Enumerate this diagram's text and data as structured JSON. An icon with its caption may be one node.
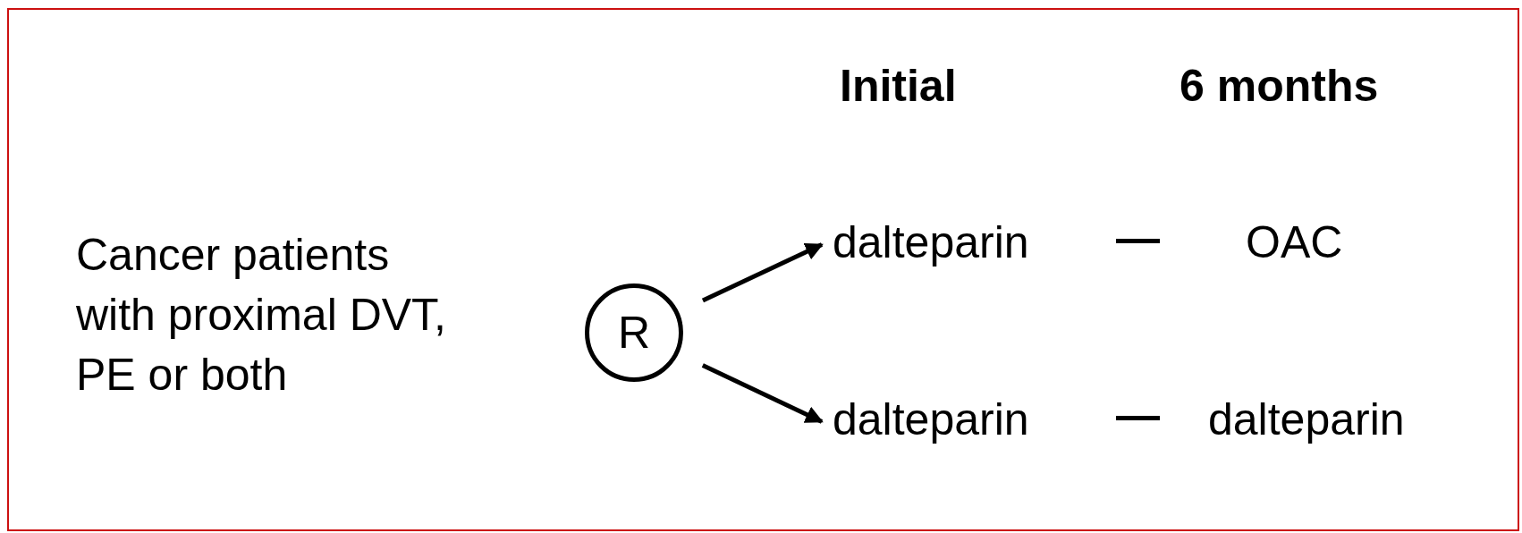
{
  "diagram": {
    "nodes": [
      {
        "text": [
          "Cancer patients with proximal DVT, PE or both"
        ]
      },
      {
        "text": [
          "R"
        ]
      },
      {
        "text": [
          "dalteparin"
        ]
      },
      {
        "text": [
          "OAC"
        ]
      },
      {
        "text": [
          "dalteparin"
        ]
      },
      {
        "text": [
          "dalteparin"
        ]
      }
    ],
    "edges": [
      {
        "from": 1,
        "to": 2,
        "arrow": "to"
      },
      {
        "from": 1,
        "to": 4,
        "arrow": "to"
      }
    ],
    "labels": [
      "Initial",
      "6 months"
    ]
  }
}
